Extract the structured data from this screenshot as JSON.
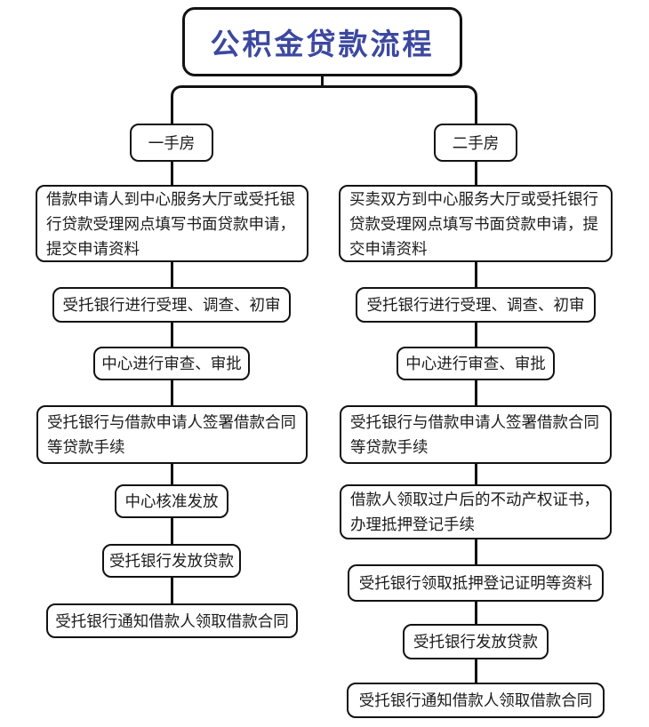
{
  "title": {
    "text": "公积金贷款流程"
  },
  "colors": {
    "title_text": "#3c489f",
    "line": "#121212",
    "node_text": "#1c1c1c",
    "background": "#ffffff"
  },
  "branches": [
    {
      "label": "一手房",
      "steps": [
        {
          "lines": [
            "借款申请人到中心服务大厅或受托银",
            "行贷款受理网点填写书面贷款申请，",
            "提交申请资料"
          ]
        },
        {
          "lines": [
            "受托银行进行受理、调查、初审"
          ]
        },
        {
          "lines": [
            "中心进行审查、审批"
          ]
        },
        {
          "lines": [
            "受托银行与借款申请人签署借款合同",
            "等贷款手续"
          ]
        },
        {
          "lines": [
            "中心核准发放"
          ]
        },
        {
          "lines": [
            "受托银行发放贷款"
          ]
        },
        {
          "lines": [
            "受托银行通知借款人领取借款合同"
          ]
        }
      ]
    },
    {
      "label": "二手房",
      "steps": [
        {
          "lines": [
            "买卖双方到中心服务大厅或受托银行",
            "贷款受理网点填写书面贷款申请，提",
            "交申请资料"
          ]
        },
        {
          "lines": [
            "受托银行进行受理、调查、初审"
          ]
        },
        {
          "lines": [
            "中心进行审查、审批"
          ]
        },
        {
          "lines": [
            "受托银行与借款申请人签署借款合同",
            "等贷款手续"
          ]
        },
        {
          "lines": [
            "借款人领取过户后的不动产权证书，",
            "办理抵押登记手续"
          ]
        },
        {
          "lines": [
            "受托银行领取抵押登记证明等资料"
          ]
        },
        {
          "lines": [
            "受托银行发放贷款"
          ]
        },
        {
          "lines": [
            "受托银行通知借款人领取借款合同"
          ]
        }
      ]
    }
  ]
}
